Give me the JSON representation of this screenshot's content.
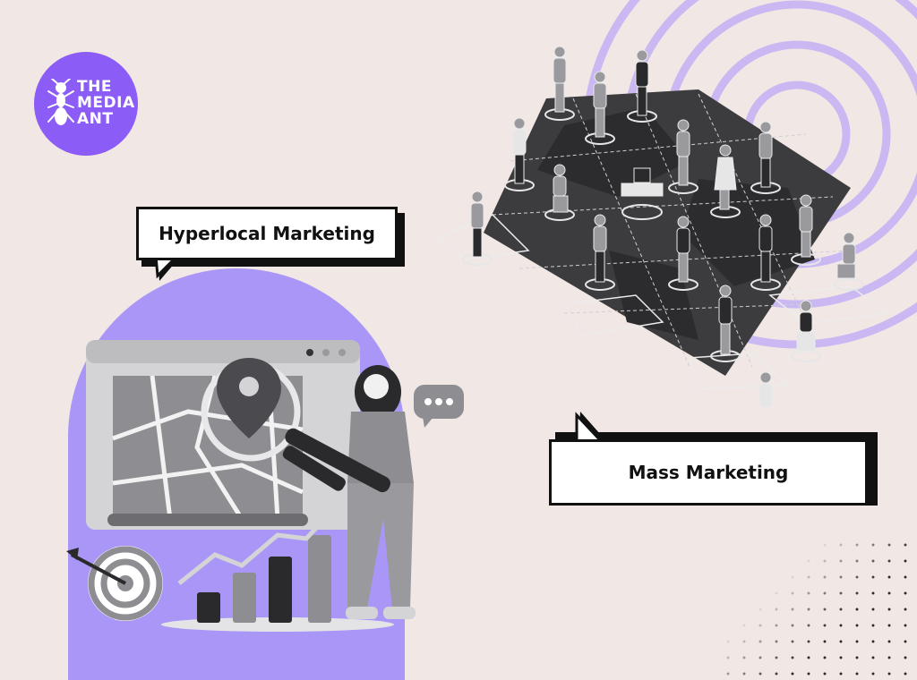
{
  "logo": {
    "line1": "THE",
    "line2": "MEDIA",
    "line3": "ANT",
    "icon": "ant-icon",
    "color": "#8b5cf6"
  },
  "bubbles": {
    "hyperlocal": "Hyperlocal Marketing",
    "mass": "Mass Marketing"
  },
  "colors": {
    "background": "#f1e8e6",
    "arch": "#a996f7",
    "rings": "#c9b8f2",
    "map": "#3c3c3e"
  },
  "illustrations": {
    "left": [
      "browser-window-icon",
      "map-icon",
      "location-pin-icon",
      "magnifier-icon",
      "target-icon",
      "bar-chart-icon",
      "chat-bubble-icon",
      "woman-figure"
    ],
    "right": [
      "world-map-platform",
      "people-figures",
      "concentric-rings"
    ]
  }
}
